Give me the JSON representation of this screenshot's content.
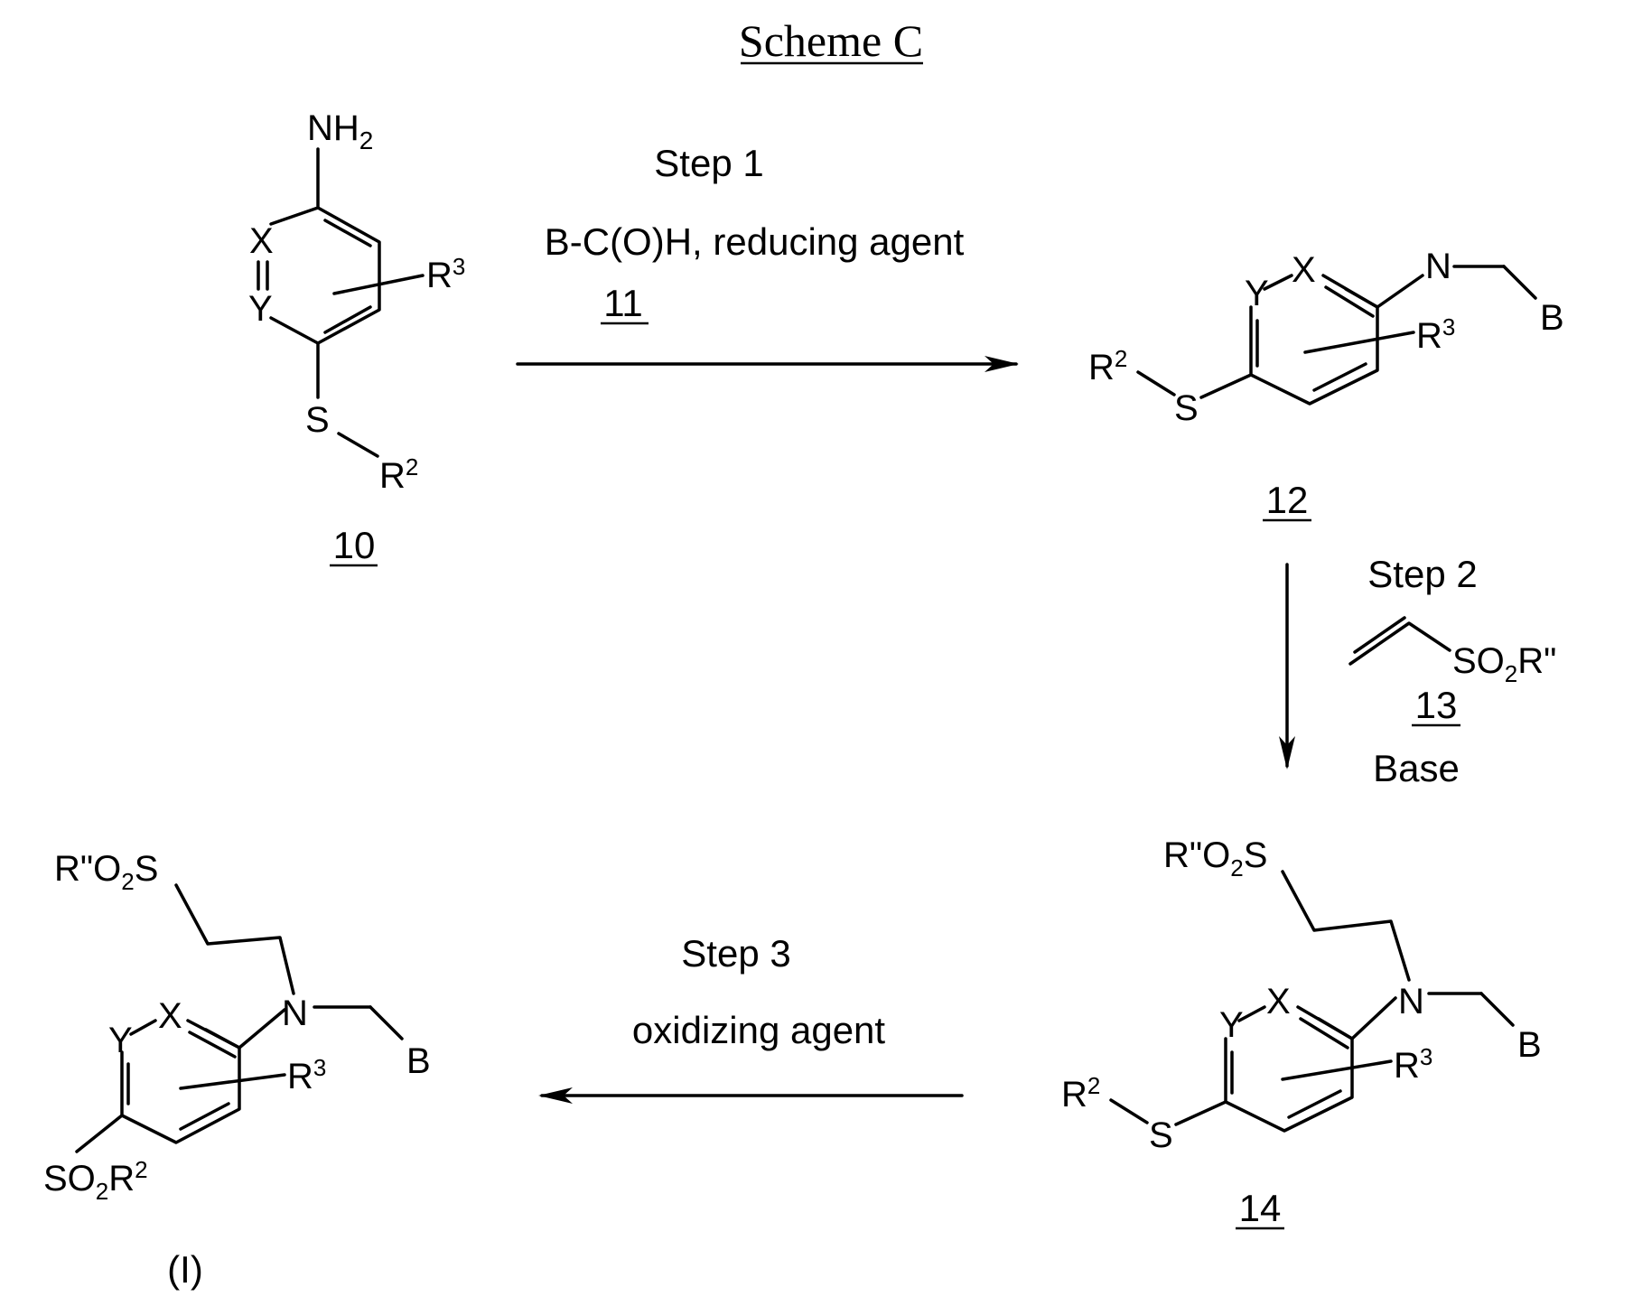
{
  "title": "Scheme C",
  "step1": {
    "label": "Step 1",
    "reagent": "B-C(O)H, reducing agent",
    "reagent_number": "11"
  },
  "step2": {
    "label": "Step 2",
    "reagent_number": "13",
    "base": "Base"
  },
  "step3": {
    "label": "Step 3",
    "reagent": "oxidizing agent"
  },
  "atoms": {
    "nh2_N": "NH",
    "nh2_sub": "2",
    "X": "X",
    "Y": "Y",
    "S": "S",
    "N": "N",
    "B": "B",
    "R": "R",
    "sup2": "2",
    "sup3": "3",
    "SO": "SO",
    "sub2": "2",
    "Rpp": "R\"",
    "O": "O"
  },
  "compounds": {
    "c10": "10",
    "c12": "12",
    "c14": "14",
    "product": "(I)"
  }
}
